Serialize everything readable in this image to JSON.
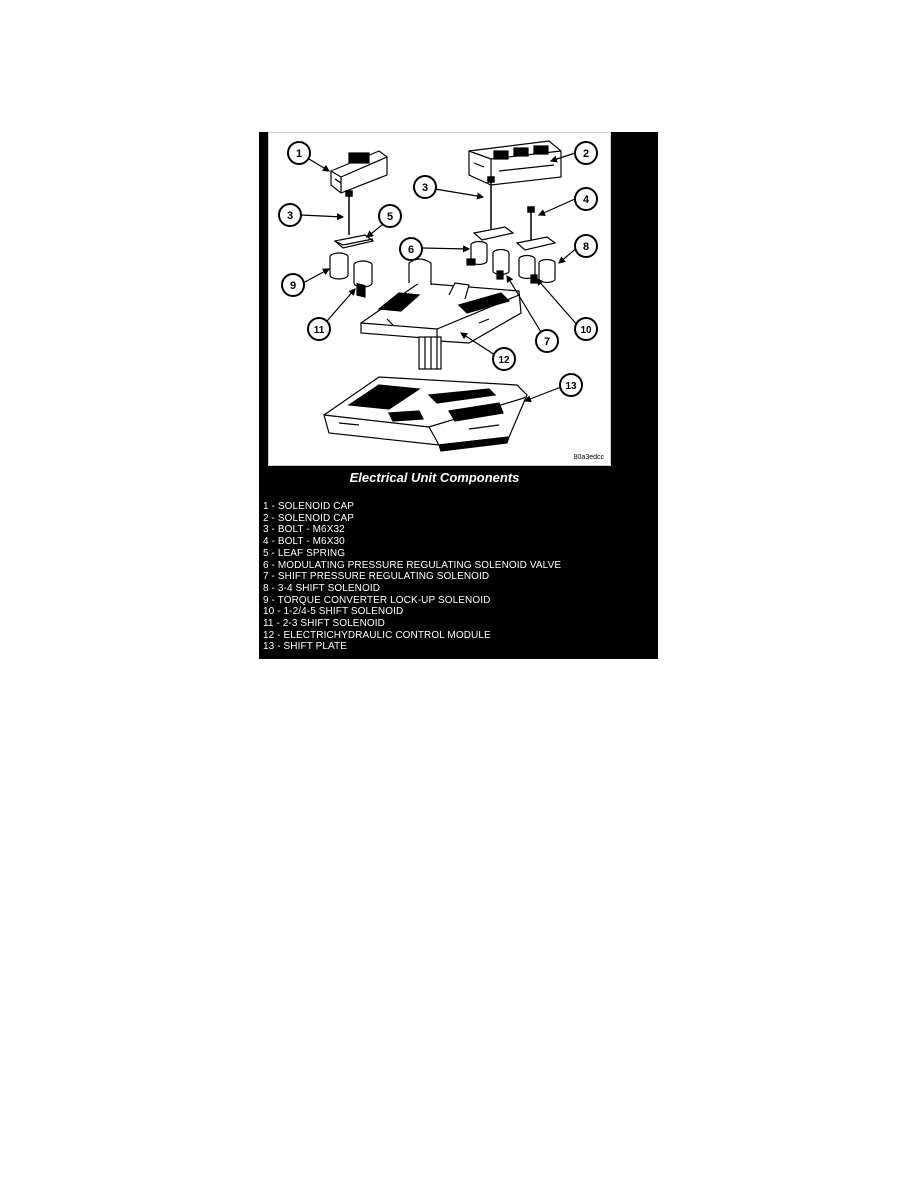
{
  "figure": {
    "caption": "Electrical Unit Components",
    "code": "80a3edcc",
    "callout_numbers": [
      "1",
      "2",
      "3",
      "3",
      "4",
      "5",
      "6",
      "7",
      "8",
      "9",
      "10",
      "11",
      "12",
      "13"
    ]
  },
  "legend": [
    "1 - SOLENOID CAP",
    "2 - SOLENOID CAP",
    "3 - BOLT - M6X32",
    "4 - BOLT - M6X30",
    "5 - LEAF SPRING",
    "6 - MODULATING PRESSURE REGULATING SOLENOID VALVE",
    "7 - SHIFT PRESSURE REGULATING SOLENOID",
    "8 - 3-4 SHIFT SOLENOID",
    "9 - TORQUE CONVERTER LOCK-UP SOLENOID",
    "10 - 1-2/4-5 SHIFT SOLENOID",
    "11 - 2-3 SHIFT SOLENOID",
    "12 - ELECTRICHYDRAULIC CONTROL MODULE",
    "13 - SHIFT PLATE"
  ]
}
